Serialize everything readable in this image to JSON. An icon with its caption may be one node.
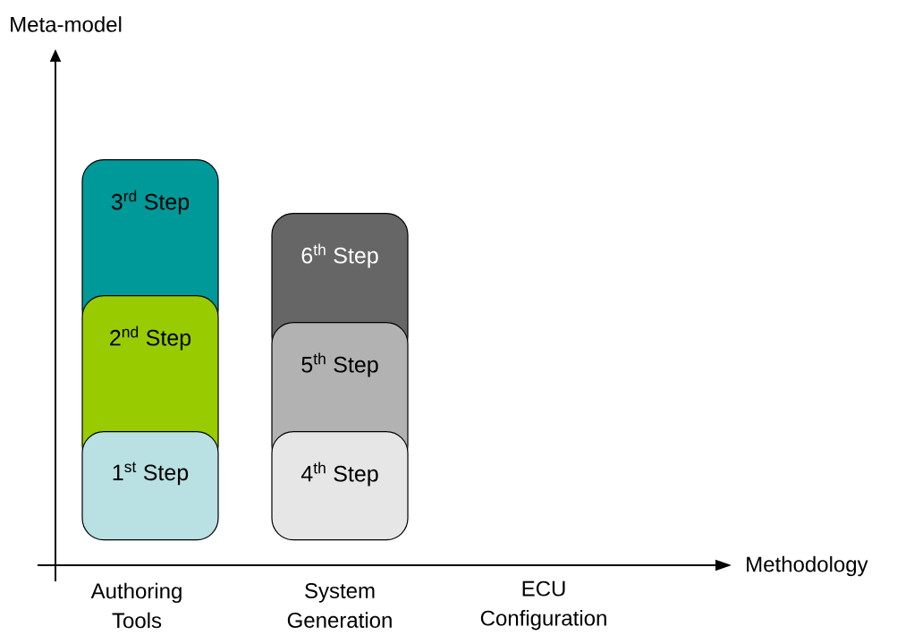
{
  "diagram": {
    "nodes": [
      {
        "text": [
          "3$^{rd}$ Step"
        ]
      },
      {
        "text": [
          "2$^{nd}$ Step"
        ]
      },
      {
        "text": [
          "1$^{st}$ Step"
        ]
      },
      {
        "text": [
          "6$^{th}$ Step"
        ]
      },
      {
        "text": [
          "5$^{th}$ Step"
        ]
      },
      {
        "text": [
          "4$^{th}$ Step"
        ]
      }
    ],
    "edges": [],
    "labels": [
      "Meta-model",
      "Methodology",
      "Authoring Tools",
      "System Generation",
      "ECU Configuration"
    ]
  }
}
